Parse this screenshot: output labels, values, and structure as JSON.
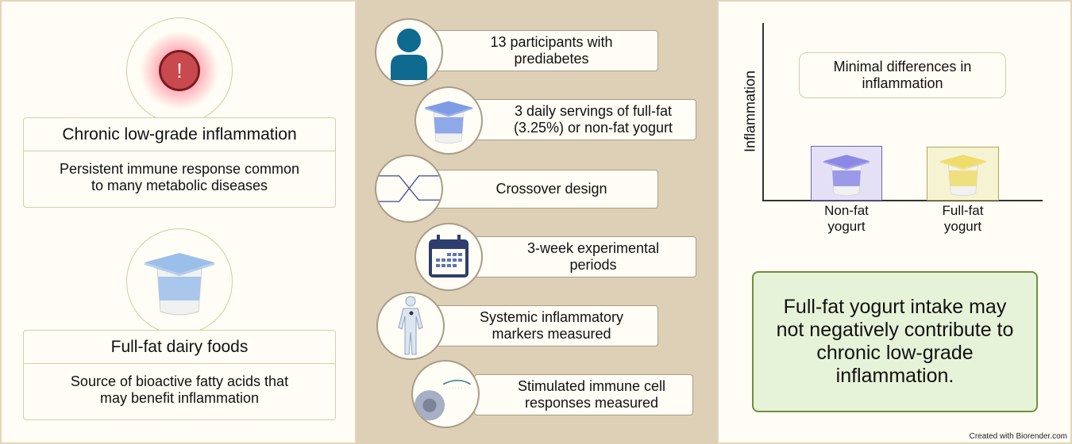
{
  "left": {
    "inflammation": {
      "title": "Chronic low-grade inflammation",
      "description": "Persistent immune response common to many metabolic diseases",
      "icon": "alert-icon"
    },
    "dairy": {
      "title": "Full-fat dairy foods",
      "description": "Source of bioactive fatty acids that may benefit inflammation",
      "icon": "yogurt-cup-icon"
    }
  },
  "study": [
    {
      "icon": "person-icon",
      "text": "13 participants with prediabetes"
    },
    {
      "icon": "yogurt-cup-icon",
      "text": "3 daily servings of full-fat (3.25%) or non-fat yogurt"
    },
    {
      "icon": "crossover-icon",
      "text": "Crossover design"
    },
    {
      "icon": "calendar-icon",
      "text": "3-week experimental periods"
    },
    {
      "icon": "human-body-icon",
      "text": "Systemic inflammatory markers measured"
    },
    {
      "icon": "immune-cell-icon",
      "text": "Stimulated immune cell responses measured"
    }
  ],
  "result": {
    "ylabel": "Inflammation",
    "annotation": "Minimal differences in inflammation",
    "groups": [
      {
        "label": "Non-fat yogurt",
        "color": "#8c89e6"
      },
      {
        "label": "Full-fat yogurt",
        "color": "#f0dc6a"
      }
    ],
    "conclusion": "Full-fat yogurt intake may not negatively contribute to chronic low-grade inflammation."
  },
  "credit": "Created with Biorender.com",
  "colors": {
    "panel": "#fffdf5",
    "background": "#decfb7",
    "accent_red": "#c84a4e",
    "person_blue": "#0f6a8f",
    "conclusion_fill": "#e7f3d8",
    "conclusion_border": "#6f8f3c"
  }
}
